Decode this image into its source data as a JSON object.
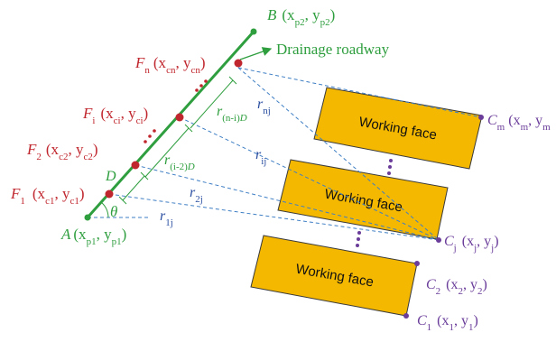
{
  "colors": {
    "roadway": "#2e9e3e",
    "drainage_point": "#c0262d",
    "working_face_fill": "#f5b800",
    "working_face_stroke": "#3a3a3a",
    "face_point": "#6a3d9a",
    "distance_line": "#3f7fc4",
    "distance_label": "#2b4fa0"
  },
  "roadway": {
    "label": "Drainage roadway",
    "end_B": {
      "letter": "B",
      "coord": "(x",
      "sub1": "p2",
      "comma": ", y",
      "sub2": "p2",
      "close": ")"
    },
    "end_A": {
      "letter": "A",
      "coord": "(x",
      "sub1": "p1",
      "comma": ", y",
      "sub2": "p1",
      "close": ")"
    },
    "angle": "θ"
  },
  "drainage_points": {
    "Fn": {
      "letter": "F",
      "idx": "n",
      "coord": "(x",
      "sub1": "cn",
      "comma": ", y",
      "sub2": "cn",
      "close": ")"
    },
    "Fi": {
      "letter": "F",
      "idx": "i",
      "coord": "(x",
      "sub1": "ci",
      "comma": ", y",
      "sub2": "ci",
      "close": ")"
    },
    "F2": {
      "letter": "F",
      "idx": "2",
      "coord": "(x",
      "sub1": "c2",
      "comma": ", y",
      "sub2": "c2",
      "close": ")"
    },
    "F1": {
      "letter": "F",
      "idx": "1",
      "coord": "(x",
      "sub1": "c1",
      "comma": ", y",
      "sub2": "c1",
      "close": ")"
    }
  },
  "spacing": {
    "D": "D",
    "r_ni": {
      "base": "r",
      "sub": "(n-i)",
      "tail": "D"
    },
    "r_i2": {
      "base": "r",
      "sub": "(i-2)",
      "tail": "D"
    }
  },
  "distances": {
    "rnj": {
      "base": "r",
      "sub": "nj"
    },
    "rij": {
      "base": "r",
      "sub": "ij"
    },
    "r2j": {
      "base": "r",
      "sub": "2j"
    },
    "r1j": {
      "base": "r",
      "sub": "1j"
    }
  },
  "working_faces": {
    "top": "Working face",
    "middle": "Working face",
    "bottom": "Working face"
  },
  "face_points": {
    "Cm": {
      "letter": "C",
      "idx": "m",
      "coord": "(x",
      "sub1": "m",
      "comma": ", y",
      "sub2": "m"
    },
    "Cj": {
      "letter": "C",
      "idx": "j",
      "coord": "(x",
      "sub1": "j",
      "comma": ", y",
      "sub2": "j",
      "close": ")"
    },
    "C2": {
      "letter": "C",
      "idx": "2",
      "coord": "(x",
      "sub1": "2",
      "comma": ", y",
      "sub2": "2",
      "close": ")"
    },
    "C1": {
      "letter": "C",
      "idx": "1",
      "coord": "(x",
      "sub1": "1",
      "comma": ", y",
      "sub2": "1",
      "close": ")"
    }
  }
}
